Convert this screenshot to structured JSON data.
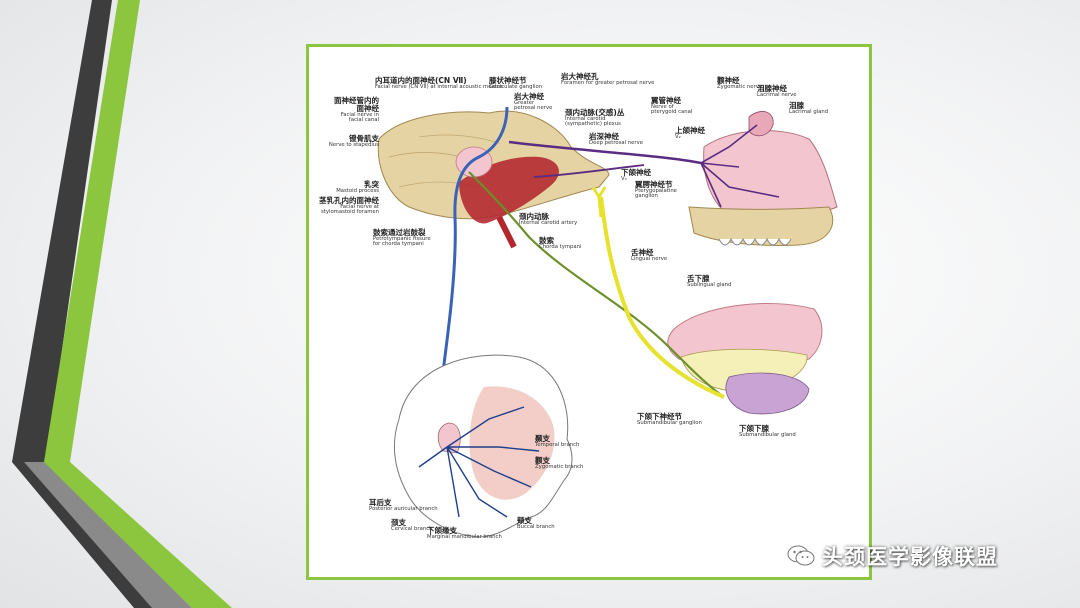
{
  "slide": {
    "colors": {
      "accent_green": "#8cc63f",
      "dark_bar": "#3d3d3d",
      "grey_bar": "#8a8a8a"
    }
  },
  "diagram": {
    "labels": {
      "facial_nerve_iam": {
        "zh": "内耳道内的面神经(CN Ⅶ)",
        "en": "Facial nerve (CN VII) at internal acoustic meatus"
      },
      "geniculate": {
        "zh": "膝状神经节",
        "en": "Geniculate ganglion"
      },
      "foramen_gpn": {
        "zh": "岩大神经孔",
        "en": "Foramen for greater petrosal nerve"
      },
      "gpn": {
        "zh": "岩大神经",
        "en1": "Greater",
        "en2": "petrosal nerve"
      },
      "zygomatic_nerve": {
        "zh": "颧神经",
        "en": "Zygomatic nerve"
      },
      "lacrimal_nerve": {
        "zh": "泪腺神经",
        "en": "Lacrimal nerve"
      },
      "lacrimal_gland": {
        "zh": "泪腺",
        "en": "Lacrimal gland"
      },
      "facial_canal": {
        "zh1": "面神经管内的",
        "zh2": "面神经",
        "en1": "Facial nerve in",
        "en2": "facial canal"
      },
      "carotid_plexus": {
        "zh": "颈内动脉(交感)丛",
        "en1": "Internal carotid",
        "en2": "(sympathetic) plexus"
      },
      "nerve_pterygoid": {
        "zh": "翼管神经",
        "en1": "Nerve of",
        "en2": "pterygoid canal"
      },
      "maxillary": {
        "zh": "上颌神经",
        "en": "V₂"
      },
      "stapedius": {
        "zh": "镫骨肌支",
        "en": "Nerve to stapedius"
      },
      "deep_petrosal": {
        "zh": "岩深神经",
        "en": "Deep petrosal nerve"
      },
      "mandibular": {
        "zh": "下颌神经",
        "en": "V₃"
      },
      "pterygopalatine": {
        "zh": "翼腭神经节",
        "en1": "Pterygopalatine",
        "en2": "ganglion"
      },
      "mastoid": {
        "zh": "乳突",
        "en": "Mastoid process"
      },
      "stylomastoid": {
        "zh": "茎乳孔内的面神经",
        "en1": "Facial nerve at",
        "en2": "stylomastoid foramen"
      },
      "internal_carotid": {
        "zh": "颈内动脉",
        "en": "Internal carotid artery"
      },
      "petrotympanic": {
        "zh": "鼓索通过岩鼓裂",
        "en1": "Petrotympanic fissure",
        "en2": "for chorda tympani"
      },
      "chorda": {
        "zh": "鼓索",
        "en": "Chorda tympani"
      },
      "lingual": {
        "zh": "舌神经",
        "en": "Lingual nerve"
      },
      "sublingual": {
        "zh": "舌下腺",
        "en": "Sublingual gland"
      },
      "temporal": {
        "zh": "颞支",
        "en": "Temporal branch"
      },
      "zygomatic_branch": {
        "zh": "颧支",
        "en": "Zygomatic branch"
      },
      "submandibular_ganglion": {
        "zh": "下颌下神经节",
        "en": "Submandibular ganglion"
      },
      "submandibular_gland": {
        "zh": "下颌下腺",
        "en": "Submandibular gland"
      },
      "posterior_auricular": {
        "zh": "耳后支",
        "en": "Posterior auricular branch"
      },
      "cervical": {
        "zh": "颈支",
        "en": "Cervical branch"
      },
      "marginal_mandibular": {
        "zh": "下颌缘支",
        "en": "Marginal mandibular branch"
      },
      "buccal": {
        "zh": "颊支",
        "en": "Buccal branch"
      }
    },
    "colors": {
      "facial_nerve": "#3a63b8",
      "sympathetic": "#5a2d82",
      "chorda_tympani": "#6b8f2a",
      "lingual_nerve": "#e6e22e",
      "artery": "#b3262d",
      "bone": "#e6d3a3",
      "gland": "#f3c6cf"
    }
  },
  "watermark": {
    "text": "头颈医学影像联盟",
    "icon": "wechat-icon"
  }
}
